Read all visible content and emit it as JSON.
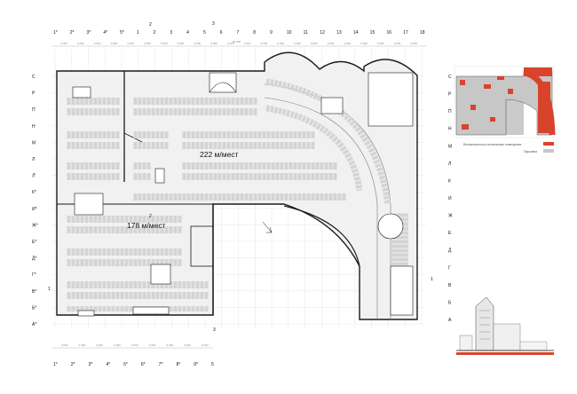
{
  "plan": {
    "capacity_upper": "222 м/мест",
    "capacity_lower": "178 м/мест",
    "top_axes": [
      "1*",
      "2*",
      "3*",
      "4*",
      "5*",
      "1",
      "2",
      "3",
      "4",
      "5",
      "6",
      "7",
      "8",
      "9",
      "10",
      "11",
      "12",
      "13",
      "14",
      "15",
      "16",
      "17",
      "18"
    ],
    "bottom_axes": [
      "1*",
      "2*",
      "3*",
      "4*",
      "5*",
      "6*",
      "7*",
      "8*",
      "9*",
      "5"
    ],
    "left_axes": [
      "С",
      "Р",
      "П",
      "Н",
      "М",
      "Л",
      "Л'",
      "К*",
      "И*",
      "Ж*",
      "Е*",
      "Д*",
      "Г*",
      "В*",
      "Б*",
      "А*"
    ],
    "right_axes": [
      "С",
      "Р",
      "П",
      "Н",
      "М",
      "Л",
      "К",
      "И",
      "Ж",
      "Е",
      "Д",
      "Г",
      "В",
      "Б",
      "А"
    ],
    "top_dim": "9 000",
    "bottom_dim": "9 000",
    "total_dim": "90 000",
    "section_marks": {
      "top_a": "2",
      "top_b": "3",
      "bottom": "3",
      "right": "1",
      "left": "1",
      "mid": "2"
    }
  },
  "legend": {
    "item1": "Вспомогательно-технические помещения",
    "item2": "Парковка",
    "color1": "#d9432c",
    "color2": "#c7c7c7"
  }
}
